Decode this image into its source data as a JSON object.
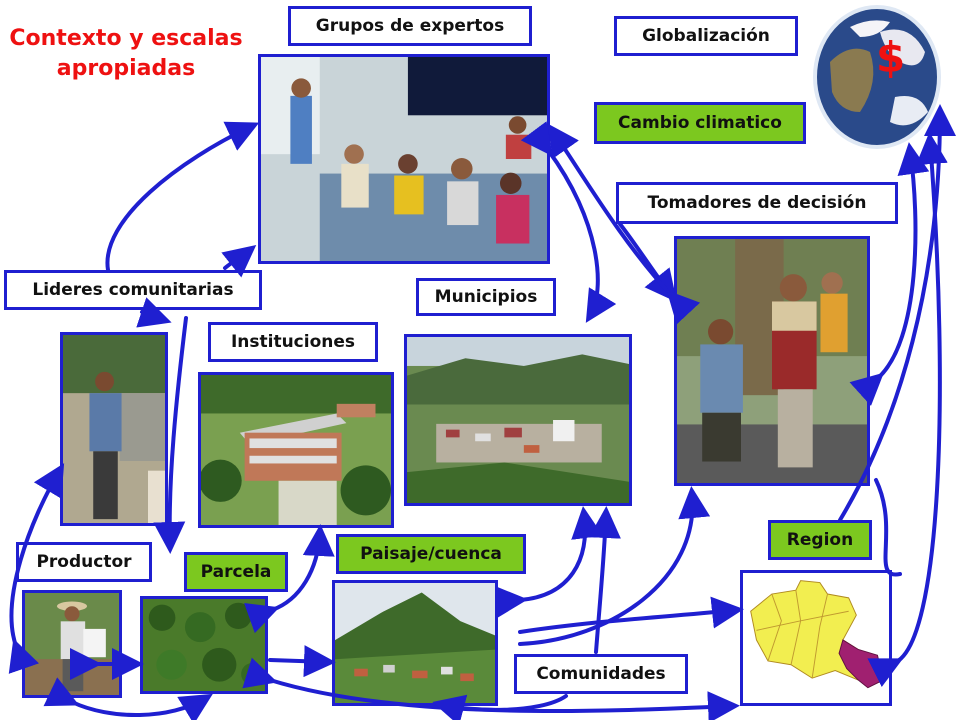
{
  "title": "Contexto y escalas apropiadas",
  "labels": {
    "grupos": "Grupos de expertos",
    "globalizacion": "Globalización",
    "cambio": "Cambio climatico",
    "tomadores": "Tomadores de decisión",
    "lideres": "Lideres comunitarias",
    "municipios": "Municipios",
    "instituciones": "Instituciones",
    "region": "Region",
    "paisaje": "Paisaje/cuenca",
    "productor": "Productor",
    "parcela": "Parcela",
    "comunidades": "Comunidades"
  },
  "globe_symbol": "$",
  "colors": {
    "arrow": "#1f1fd0",
    "title": "#ee1111",
    "green_label": "#7cc81f"
  }
}
